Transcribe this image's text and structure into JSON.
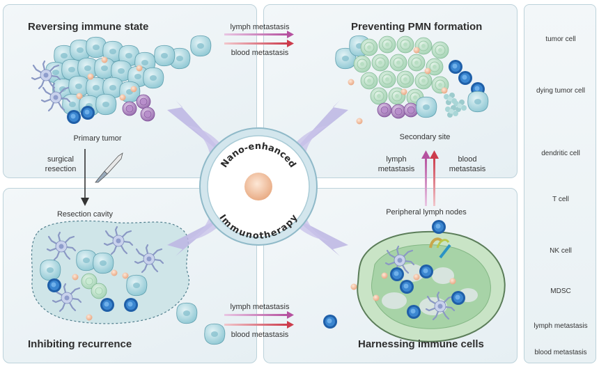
{
  "center": {
    "line1": "Nano-enhanced",
    "line2": "Immunotherapy"
  },
  "panels": {
    "top_left": {
      "title": "Reversing immune state",
      "caption": "Primary tumor"
    },
    "top_right": {
      "title": "Preventing PMN formation",
      "caption": "Secondary site"
    },
    "bottom_left": {
      "title": "Inhibiting recurrence",
      "caption": "Resection cavity"
    },
    "bottom_right": {
      "title": "Harnessing immune cells",
      "caption": "Peripheral lymph nodes"
    }
  },
  "labels": {
    "surgical_resection": "surgical\nresection",
    "lymph_metastasis": "lymph metastasis",
    "blood_metastasis": "blood metastasis",
    "lymph_metastasis_v": "lymph\nmetastasis",
    "blood_metastasis_v": "blood\nmetastasis"
  },
  "legend": [
    {
      "label": "tumor cell",
      "icon": "tumor-cell-icon"
    },
    {
      "label": "dying tumor cell",
      "icon": "dying-tumor-cell-icon"
    },
    {
      "label": "dendritic cell",
      "icon": "dendritic-cell-icon"
    },
    {
      "label": "T cell",
      "icon": "t-cell-icon"
    },
    {
      "label": "NK cell",
      "icon": "nk-cell-icon"
    },
    {
      "label": "MDSC",
      "icon": "mdsc-icon"
    },
    {
      "label": "lymph metastasis",
      "icon": "lymph-arrow-icon"
    },
    {
      "label": "blood metastasis",
      "icon": "blood-arrow-icon"
    }
  ],
  "colors": {
    "tumor": "#a9d6e0",
    "dying": "#b9e3c7",
    "tcell": "#2b6fb8",
    "nk": "#a57ab8",
    "lymph_arrow": "#c06bb0",
    "blood_arrow": "#d3505e",
    "center_ring": "#8fb9c8"
  }
}
